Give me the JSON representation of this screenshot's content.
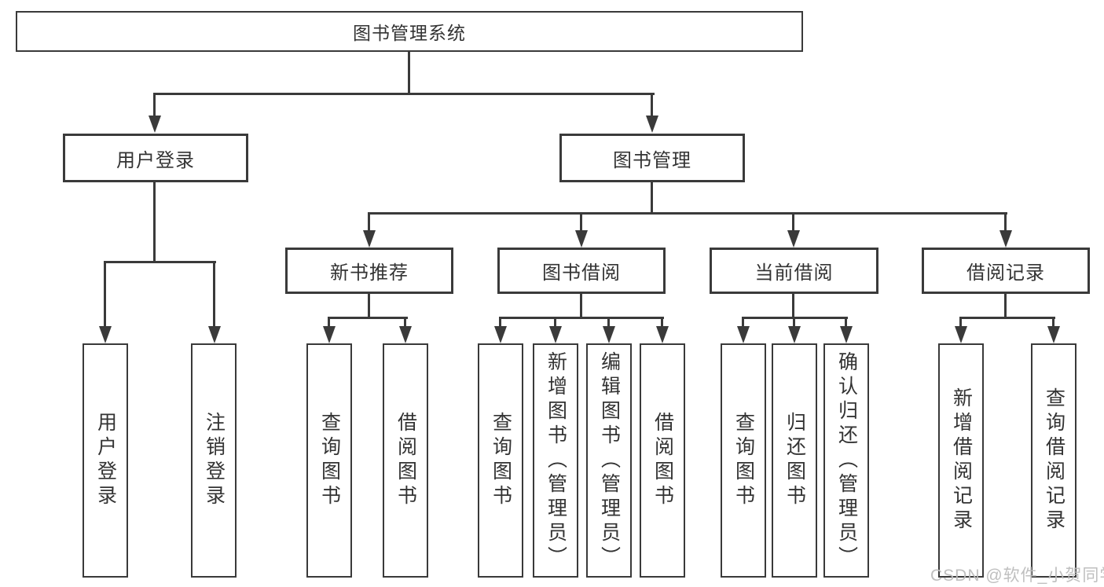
{
  "watermark": "CSDN @软件_小贺同学",
  "colors": {
    "line": "#3a3a3a",
    "text": "#333333",
    "box_fill": "#ffffff",
    "watermark": "#bcbcbc"
  },
  "tree": {
    "root": {
      "label": "图书管理系统"
    },
    "level2": [
      {
        "label": "用户登录",
        "leaves": [
          "用户登录",
          "注销登录"
        ]
      },
      {
        "label": "图书管理",
        "groups": [
          {
            "label": "新书推荐",
            "leaves": [
              "查询图书",
              "借阅图书"
            ]
          },
          {
            "label": "图书借阅",
            "leaves": [
              "查询图书",
              "新增图书（管理员）",
              "编辑图书（管理员）",
              "借阅图书"
            ]
          },
          {
            "label": "当前借阅",
            "leaves": [
              "查询图书",
              "归还图书",
              "确认归还（管理员）"
            ]
          },
          {
            "label": "借阅记录",
            "leaves": [
              "新增借阅记录",
              "查询借阅记录"
            ]
          }
        ]
      }
    ]
  }
}
